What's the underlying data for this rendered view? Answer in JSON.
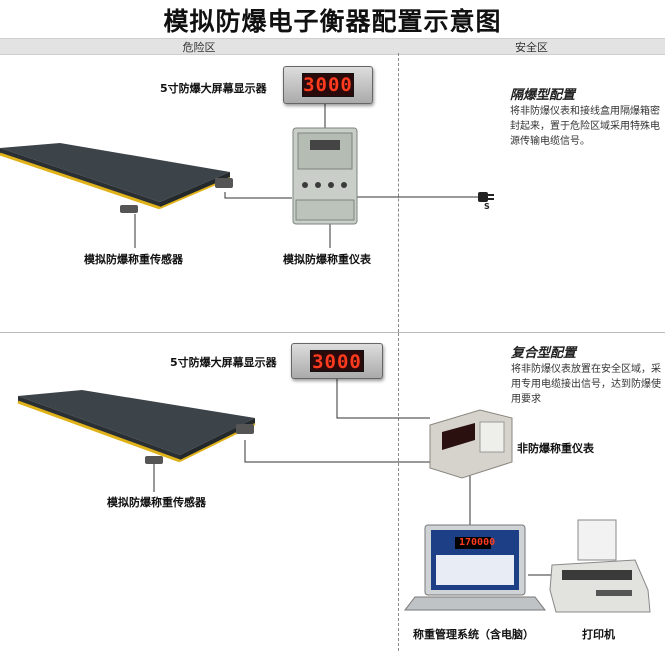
{
  "title": "模拟防爆电子衡器配置示意图",
  "zones": {
    "danger": "危险区",
    "safe": "安全区"
  },
  "top": {
    "display_label": "5寸防爆大屏幕显示器",
    "display_value": "3000",
    "sensor_label": "模拟防爆称重传感器",
    "indicator_label": "模拟防爆称重仪表",
    "config_title": "隔爆型配置",
    "config_desc": "将非防爆仪表和接线盒用隔爆箱密封起来，置于危险区域采用特殊电源传输电缆信号。",
    "plug_letter": "S"
  },
  "bottom": {
    "display_label": "5寸防爆大屏幕显示器",
    "display_value": "3000",
    "sensor_label": "模拟防爆称重传感器",
    "indicator_label": "非防爆称重仪表",
    "config_title": "复合型配置",
    "config_desc": "将非防爆仪表放置在安全区域，采用专用电缆接出信号，达到防爆使用要求",
    "laptop_label": "称重管理系统（含电脑）",
    "laptop_value": "170000",
    "printer_label": "打印机"
  },
  "colors": {
    "led": "#ff3b1f",
    "platform": "#3c4349",
    "stripe": "#e0b21a",
    "box": "#c9cfc8"
  }
}
